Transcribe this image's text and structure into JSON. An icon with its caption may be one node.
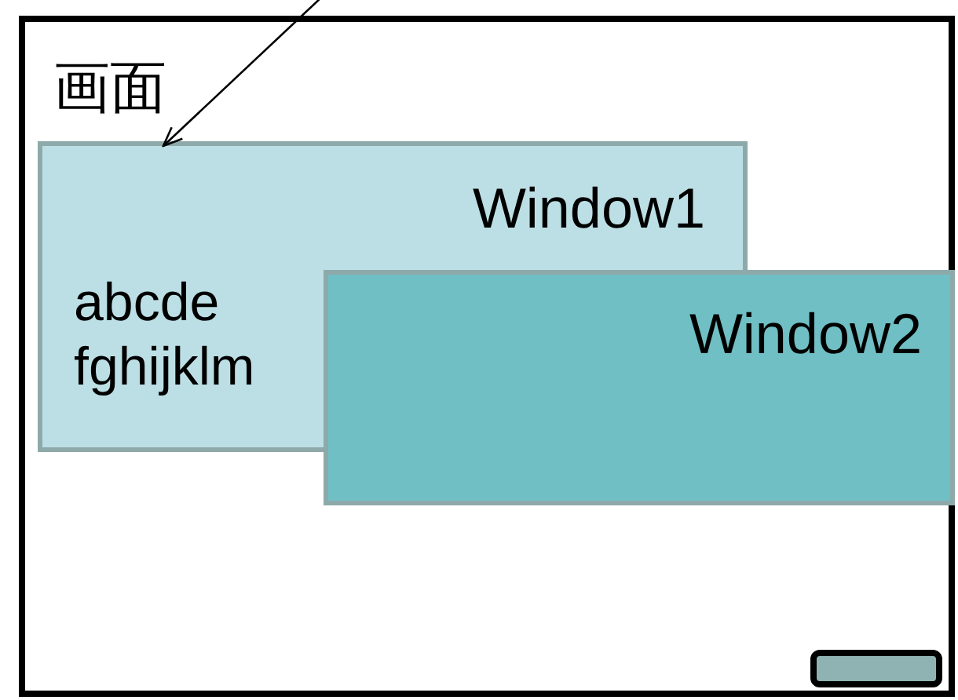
{
  "diagram": {
    "nodes": [
      {
        "text": [
          "画面"
        ]
      },
      {
        "text": [
          "Window1",
          "abcde fghijklm"
        ],
        "in": 0
      },
      {
        "text": [
          "Window2"
        ],
        "in": 0
      },
      {
        "text": [],
        "shape": "box",
        "in": 0
      }
    ],
    "edges": [
      {
        "from": null,
        "to": 1,
        "arrow": "to"
      }
    ]
  }
}
